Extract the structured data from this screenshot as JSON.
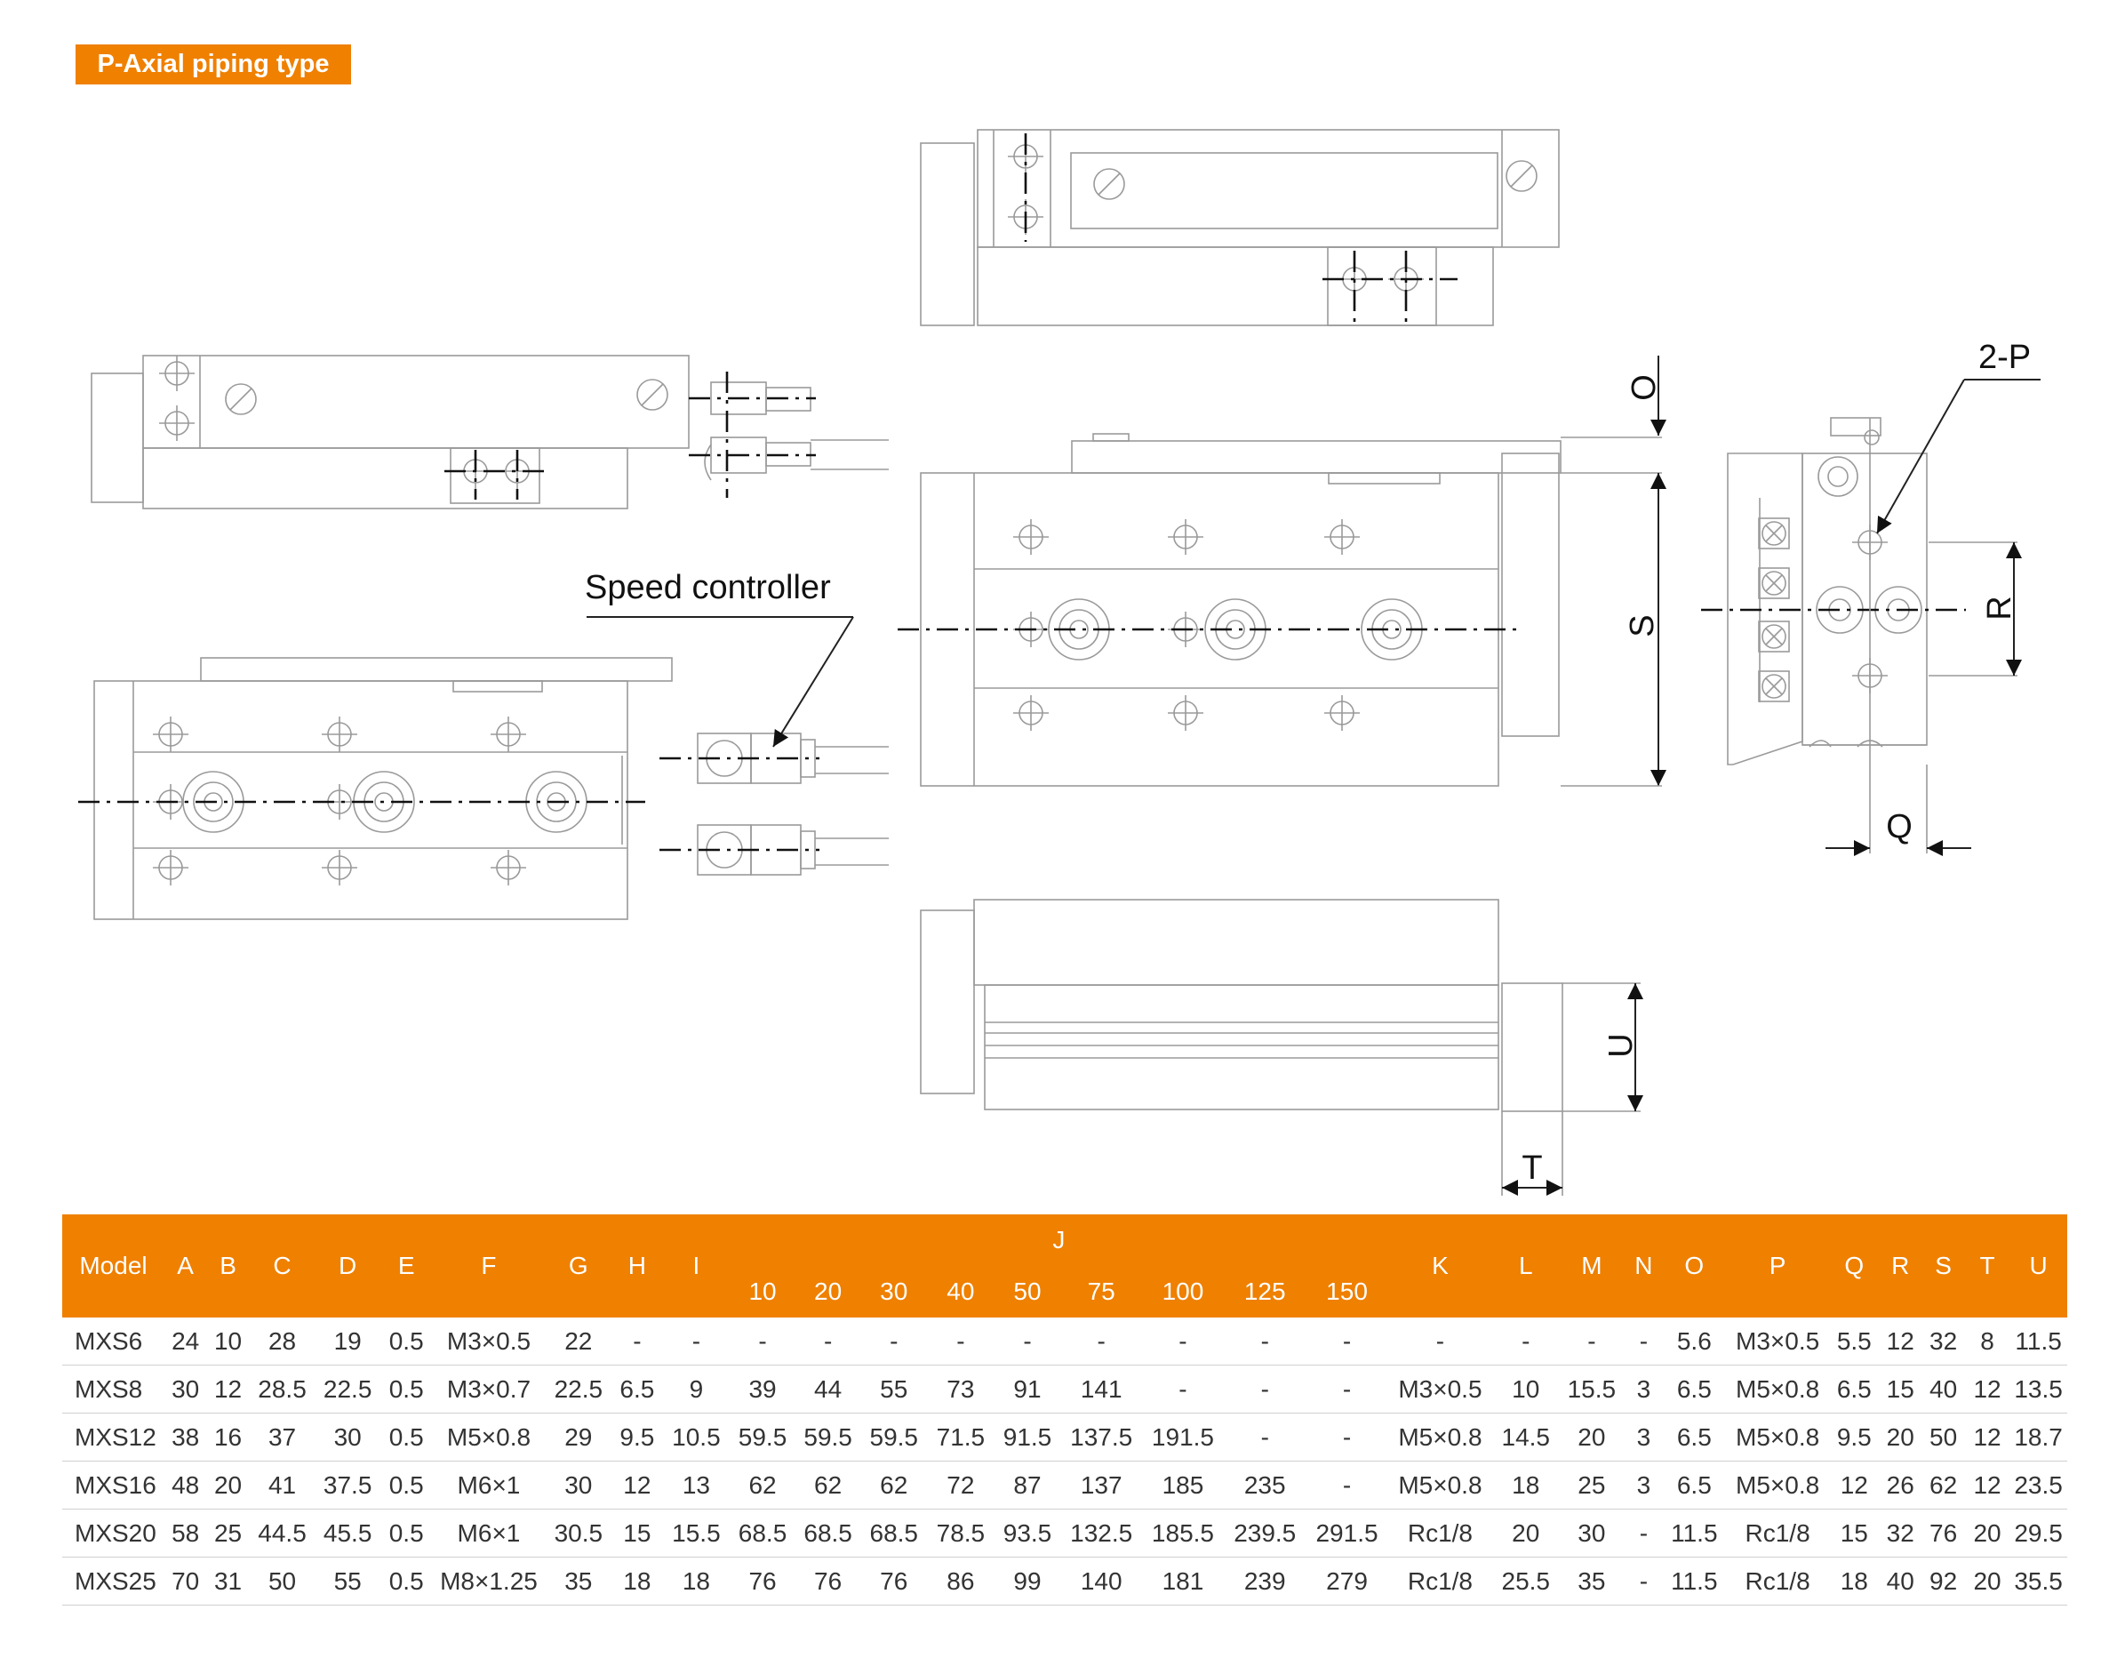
{
  "header": {
    "badge": "P-Axial piping type"
  },
  "drawing": {
    "labels": {
      "speed_controller": "Speed controller",
      "two_p": "2-P",
      "O": "O",
      "S": "S",
      "R": "R",
      "Q": "Q",
      "U": "U",
      "T": "T"
    }
  },
  "table": {
    "headers": [
      "Model",
      "A",
      "B",
      "C",
      "D",
      "E",
      "F",
      "G",
      "H",
      "I",
      "J",
      "K",
      "L",
      "M",
      "N",
      "O",
      "P",
      "Q",
      "R",
      "S",
      "T",
      "U"
    ],
    "j_strokes": [
      "10",
      "20",
      "30",
      "40",
      "50",
      "75",
      "100",
      "125",
      "150"
    ],
    "rows": [
      [
        "MXS6",
        "24",
        "10",
        "28",
        "19",
        "0.5",
        "M3×0.5",
        "22",
        "-",
        "-",
        "-",
        "-",
        "-",
        "-",
        "-",
        "-",
        "-",
        "-",
        "-",
        "-",
        "-",
        "-",
        "-",
        "5.6",
        "M3×0.5",
        "5.5",
        "12",
        "32",
        "8",
        "11.5"
      ],
      [
        "MXS8",
        "30",
        "12",
        "28.5",
        "22.5",
        "0.5",
        "M3×0.7",
        "22.5",
        "6.5",
        "9",
        "39",
        "44",
        "55",
        "73",
        "91",
        "141",
        "-",
        "-",
        "-",
        "M3×0.5",
        "10",
        "15.5",
        "3",
        "6.5",
        "M5×0.8",
        "6.5",
        "15",
        "40",
        "12",
        "13.5"
      ],
      [
        "MXS12",
        "38",
        "16",
        "37",
        "30",
        "0.5",
        "M5×0.8",
        "29",
        "9.5",
        "10.5",
        "59.5",
        "59.5",
        "59.5",
        "71.5",
        "91.5",
        "137.5",
        "191.5",
        "-",
        "-",
        "M5×0.8",
        "14.5",
        "20",
        "3",
        "6.5",
        "M5×0.8",
        "9.5",
        "20",
        "50",
        "12",
        "18.7"
      ],
      [
        "MXS16",
        "48",
        "20",
        "41",
        "37.5",
        "0.5",
        "M6×1",
        "30",
        "12",
        "13",
        "62",
        "62",
        "62",
        "72",
        "87",
        "137",
        "185",
        "235",
        "-",
        "M5×0.8",
        "18",
        "25",
        "3",
        "6.5",
        "M5×0.8",
        "12",
        "26",
        "62",
        "12",
        "23.5"
      ],
      [
        "MXS20",
        "58",
        "25",
        "44.5",
        "45.5",
        "0.5",
        "M6×1",
        "30.5",
        "15",
        "15.5",
        "68.5",
        "68.5",
        "68.5",
        "78.5",
        "93.5",
        "132.5",
        "185.5",
        "239.5",
        "291.5",
        "Rc1/8",
        "20",
        "30",
        "-",
        "11.5",
        "Rc1/8",
        "15",
        "32",
        "76",
        "20",
        "29.5"
      ],
      [
        "MXS25",
        "70",
        "31",
        "50",
        "55",
        "0.5",
        "M8×1.25",
        "35",
        "18",
        "18",
        "76",
        "76",
        "76",
        "86",
        "99",
        "140",
        "181",
        "239",
        "279",
        "Rc1/8",
        "25.5",
        "35",
        "-",
        "11.5",
        "Rc1/8",
        "18",
        "40",
        "92",
        "20",
        "35.5"
      ]
    ]
  }
}
